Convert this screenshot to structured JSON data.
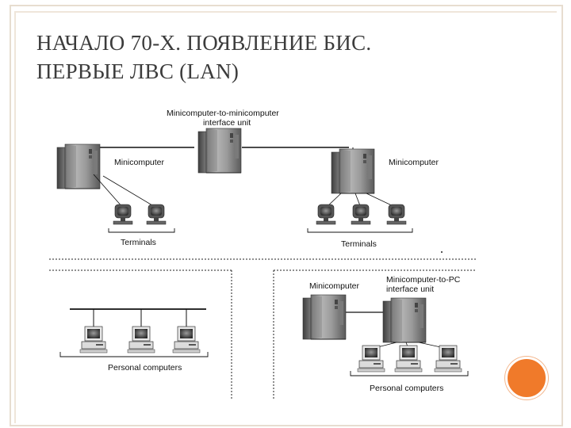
{
  "slide": {
    "title_line1": "НАЧАЛО 70-Х. ПОЯВЛЕНИЕ БИС.",
    "title_line2": "ПЕРВЫЕ ЛВС (LAN)"
  },
  "diagram": {
    "interface_unit_line1": "Minicomputer-to-minicomputer",
    "interface_unit_line2": "interface unit",
    "minicomputer_left": "Minicomputer",
    "minicomputer_right": "Minicomputer",
    "terminals_left": "Terminals",
    "terminals_right": "Terminals",
    "pcs_left": "Personal computers",
    "minicomputer_bottom": "Minicomputer",
    "pc_interface_line1": "Minicomputer-to-PC",
    "pc_interface_line2": "interface unit",
    "pcs_right": "Personal computers"
  },
  "colors": {
    "accent_circle": "#f07a2a",
    "frame": "#e7ddd0"
  }
}
